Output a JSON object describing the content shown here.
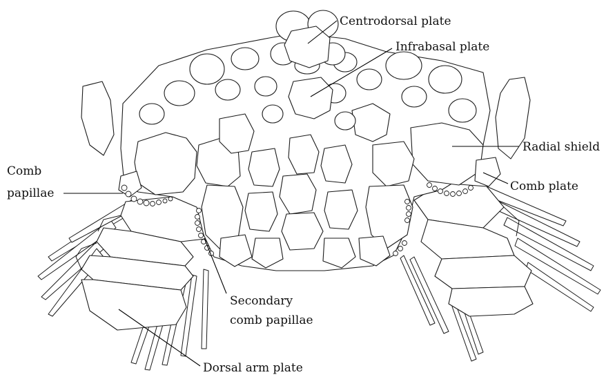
{
  "labels": {
    "centrodorsal": "Centrodorsal plate",
    "infrabasal": "Infrabasal plate",
    "radial_shield": "Radial shield",
    "comb_plate": "Comb plate",
    "comb_papillae_line1": "Comb",
    "comb_papillae_line2": "papillae",
    "secondary_line1": "Secondary",
    "secondary_line2": "comb papillae",
    "dorsal_arm_plate": "Dorsal arm plate"
  },
  "colors": {
    "line": "#1a1a1a",
    "background": "#ffffff"
  }
}
